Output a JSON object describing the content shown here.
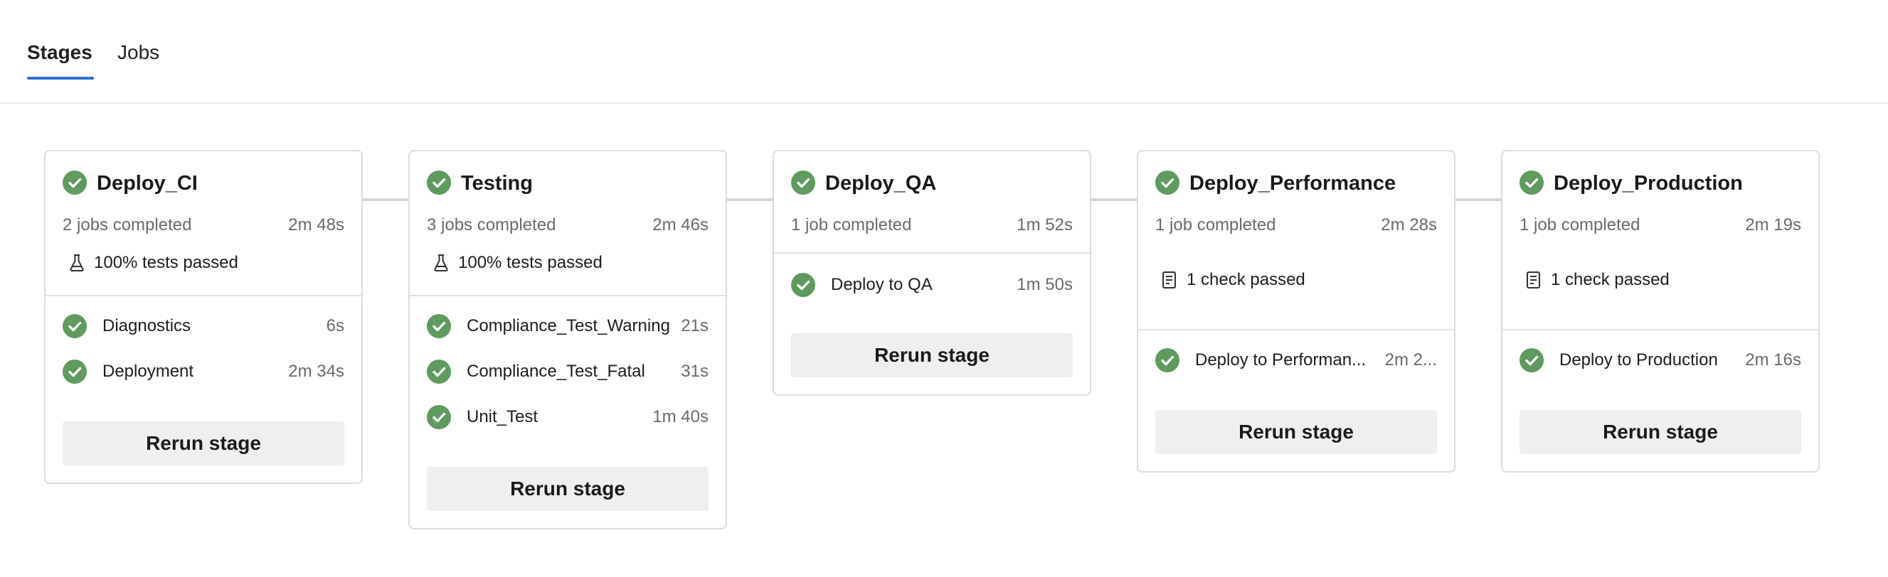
{
  "tabs": [
    {
      "label": "Stages",
      "active": true
    },
    {
      "label": "Jobs",
      "active": false
    }
  ],
  "colors": {
    "success": "#5f9a5f",
    "tab_accent": "#2f6fd1"
  },
  "stages": [
    {
      "title": "Deploy_CI",
      "jobs_completed": "2 jobs completed",
      "duration": "2m 48s",
      "summary": {
        "icon": "flask-icon",
        "text": "100% tests passed"
      },
      "jobs": [
        {
          "name": "Diagnostics",
          "time": "6s"
        },
        {
          "name": "Deployment",
          "time": "2m 34s"
        }
      ],
      "rerun_label": "Rerun stage"
    },
    {
      "title": "Testing",
      "jobs_completed": "3 jobs completed",
      "duration": "2m 46s",
      "summary": {
        "icon": "flask-icon",
        "text": "100% tests passed"
      },
      "jobs": [
        {
          "name": "Compliance_Test_Warning",
          "time": "21s"
        },
        {
          "name": "Compliance_Test_Fatal",
          "time": "31s"
        },
        {
          "name": "Unit_Test",
          "time": "1m 40s"
        }
      ],
      "rerun_label": "Rerun stage"
    },
    {
      "title": "Deploy_QA",
      "jobs_completed": "1 job completed",
      "duration": "1m 52s",
      "jobs": [
        {
          "name": "Deploy to QA",
          "time": "1m 50s"
        }
      ],
      "rerun_label": "Rerun stage"
    },
    {
      "title": "Deploy_Performance",
      "jobs_completed": "1 job completed",
      "duration": "2m 28s",
      "summary": {
        "icon": "checklist-icon",
        "text": "1 check passed"
      },
      "jobs": [
        {
          "name": "Deploy to Performan...",
          "time": "2m 2..."
        }
      ],
      "rerun_label": "Rerun stage"
    },
    {
      "title": "Deploy_Production",
      "jobs_completed": "1 job completed",
      "duration": "2m 19s",
      "summary": {
        "icon": "checklist-icon",
        "text": "1 check passed"
      },
      "jobs": [
        {
          "name": "Deploy to Production",
          "time": "2m 16s"
        }
      ],
      "rerun_label": "Rerun stage"
    }
  ]
}
